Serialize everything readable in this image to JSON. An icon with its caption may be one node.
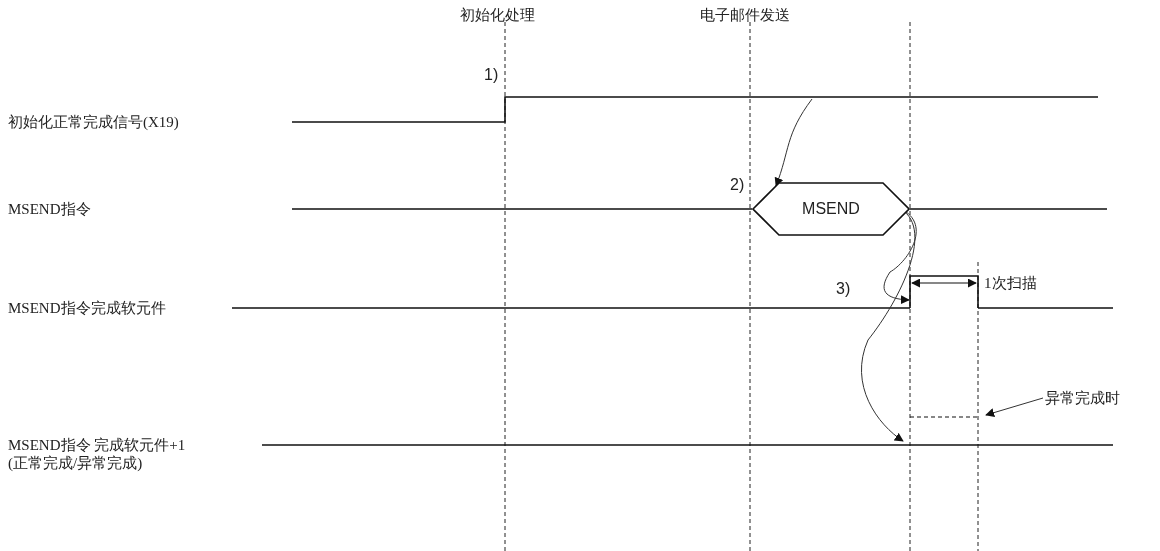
{
  "diagram": {
    "nodes": [
      {
        "text": [
          "初始化处理"
        ]
      },
      {
        "text": [
          "电子邮件发送"
        ]
      },
      {
        "text": [
          "初始化正常完成信号(X19)"
        ]
      },
      {
        "text": [
          "MSEND指令"
        ]
      },
      {
        "text": [
          "MSEND指令完成软元件"
        ]
      },
      {
        "text": [
          "MSEND指令 完成软元件+1",
          "(正常完成/异常完成)"
        ]
      },
      {
        "text": [
          "MSEND"
        ]
      },
      {
        "text": [],
        "shape": "waveform",
        "beside": [
          "1)"
        ]
      },
      {
        "text": [],
        "shape": "waveform"
      },
      {
        "text": [],
        "shape": "waveform"
      },
      {
        "text": [
          "异常完成时"
        ]
      }
    ],
    "edges": [
      {
        "from": 7,
        "to": 6,
        "arrow": "to",
        "label": "2)"
      },
      {
        "from": 6,
        "to": 8,
        "arrow": "to",
        "label": "3)"
      },
      {
        "from": 6,
        "to": 9,
        "arrow": "to"
      },
      {
        "from": 10,
        "to": 9,
        "arrow": "to"
      }
    ],
    "labels": [
      "1次扫描"
    ]
  }
}
